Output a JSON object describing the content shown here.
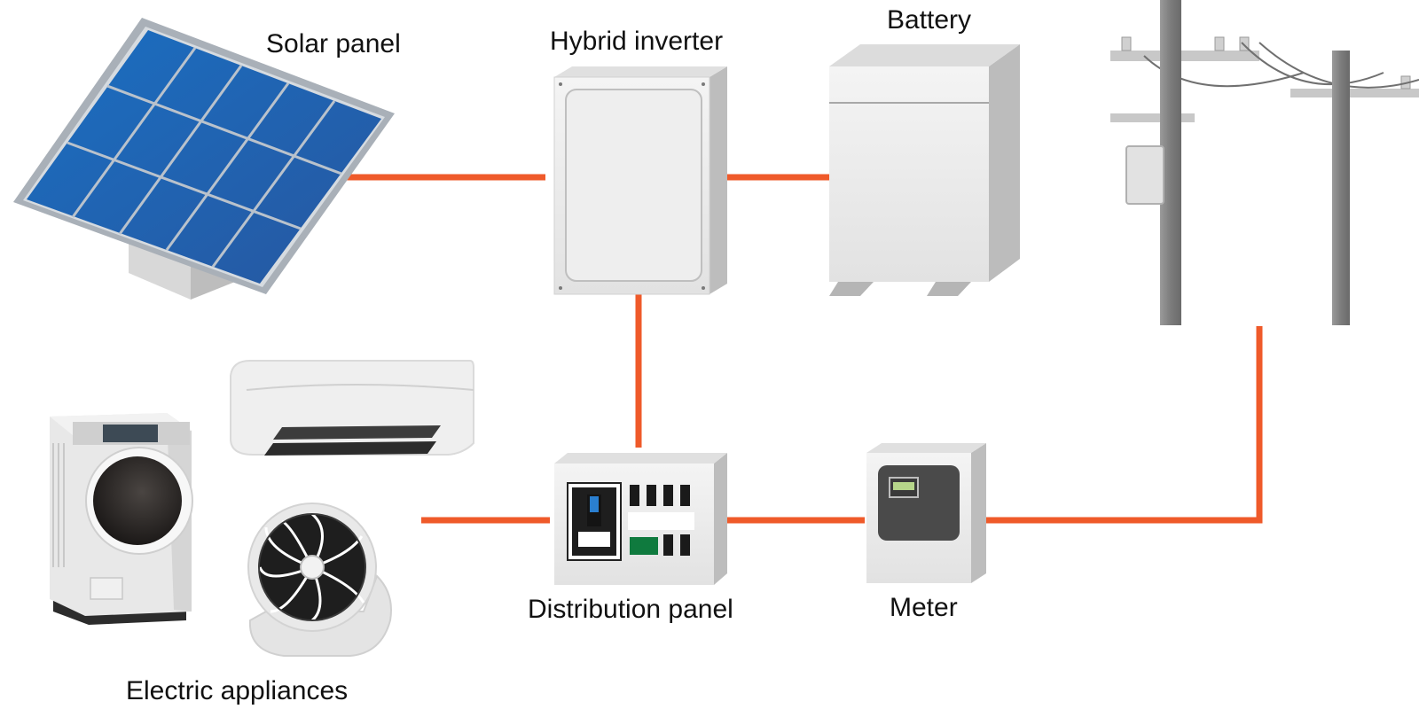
{
  "labels": {
    "solar_panel": "Solar panel",
    "hybrid_inverter": "Hybrid inverter",
    "battery": "Battery",
    "distribution_panel": "Distribution panel",
    "meter": "Meter",
    "electric_appliances": "Electric appliances"
  },
  "colors": {
    "connection_line": "#ef5a2a",
    "solar_cell": "#1f63ad",
    "solar_frame": "#a9b0b8",
    "device_body": "#ececec",
    "device_side": "#bdbdbd",
    "pole": "#8d8d8d"
  },
  "icons": [
    "solar-panel-icon",
    "hybrid-inverter-icon",
    "battery-icon",
    "utility-pole-icon",
    "distribution-panel-icon",
    "meter-icon",
    "air-conditioner-icon",
    "washing-machine-icon",
    "fan-icon"
  ]
}
